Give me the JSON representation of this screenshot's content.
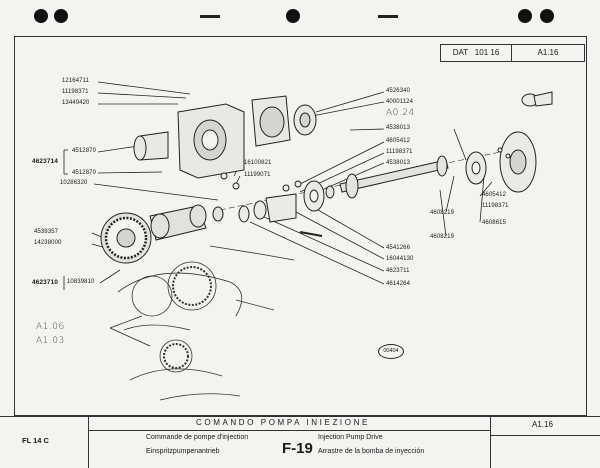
{
  "header": {
    "dat_label": "DAT",
    "dat_number": "101 16",
    "ref": "A1.16"
  },
  "parts": {
    "p1": "12164711",
    "p2": "11198371",
    "p3": "13449420",
    "p4": "4526340",
    "p5": "40001124",
    "p6_hand": "A0.24",
    "p7": "4538013",
    "p8": "4605412",
    "p9": "11198371",
    "p10": "4538013",
    "g1": "4623714",
    "g1a": "4512870",
    "g1b": "4512870",
    "p11": "16100821",
    "p12": "11199071",
    "p13": "10286320",
    "p14": "4539357",
    "p15": "14238000",
    "g2": "4623710",
    "g2a": "10839810",
    "p16": "4541266",
    "p17": "16044130",
    "p18": "4623711",
    "p19": "4614264",
    "p20": "4605412",
    "p21": "11198371",
    "p22": "4608219",
    "p23": "4608219",
    "p24": "4608615"
  },
  "handwritten": {
    "ref1": "A1.06",
    "ref2": "A1.03"
  },
  "stamp": "00404",
  "footer": {
    "model": "FL 14 C",
    "title_it": "COMANDO POMPA INIEZIONE",
    "title_fr": "Commande de pompe d'injection",
    "title_de": "Einspritzpumpenantrieb",
    "title_en": "Injection Pump Drive",
    "title_es": "Arrastre de la bomba de inyección",
    "figure": "F-19",
    "ref": "A1.16"
  }
}
